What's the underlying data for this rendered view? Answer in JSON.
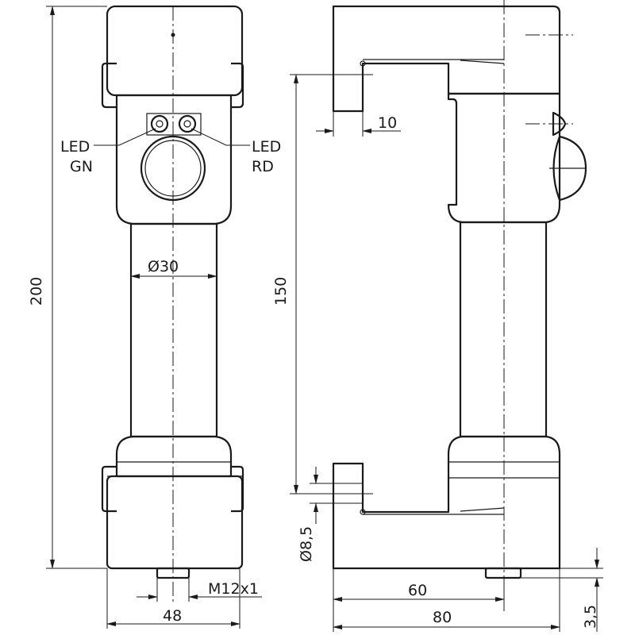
{
  "labels": {
    "led_gn_1": "LED",
    "led_gn_2": "GN",
    "led_rd_1": "LED",
    "led_rd_2": "RD",
    "dia30": "Ø30",
    "h200": "200",
    "h150": "150",
    "w10": "10",
    "m12": "M12x1",
    "w48": "48",
    "w60": "60",
    "w80": "80",
    "dia85": "Ø8,5",
    "h35": "3,5"
  }
}
